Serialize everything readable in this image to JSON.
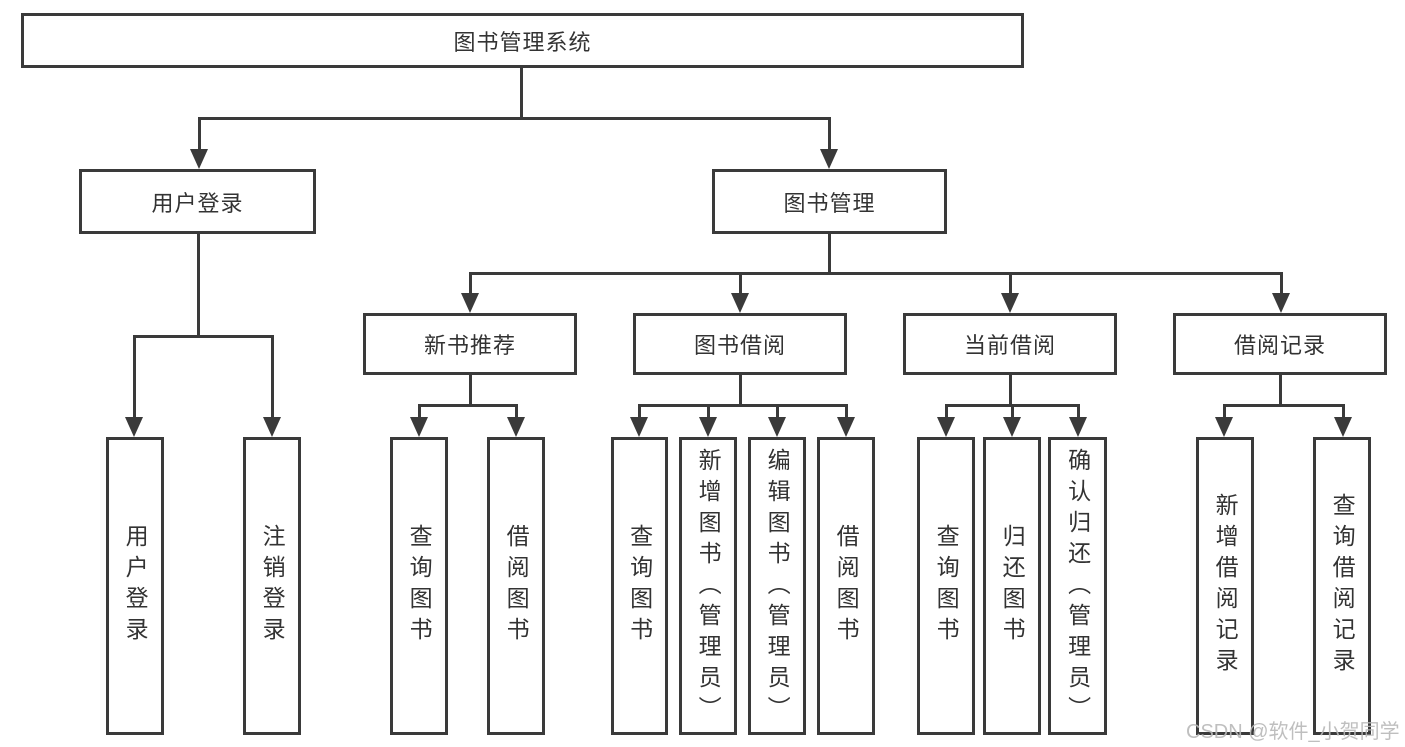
{
  "diagram": {
    "root": {
      "label": "图书管理系统"
    },
    "level2": [
      {
        "label": "用户登录",
        "children": [
          {
            "label": "用户登录"
          },
          {
            "label": "注销登录"
          }
        ]
      },
      {
        "label": "图书管理",
        "children": [
          {
            "label": "新书推荐",
            "children": [
              {
                "label": "查询图书"
              },
              {
                "label": "借阅图书"
              }
            ]
          },
          {
            "label": "图书借阅",
            "children": [
              {
                "label": "查询图书"
              },
              {
                "label": "新增图书（管理员）"
              },
              {
                "label": "编辑图书（管理员）"
              },
              {
                "label": "借阅图书"
              }
            ]
          },
          {
            "label": "当前借阅",
            "children": [
              {
                "label": "查询图书"
              },
              {
                "label": "归还图书"
              },
              {
                "label": "确认归还（管理员）"
              }
            ]
          },
          {
            "label": "借阅记录",
            "children": [
              {
                "label": "新增借阅记录"
              },
              {
                "label": "查询借阅记录"
              }
            ]
          }
        ]
      }
    ],
    "watermark": "CSDN @软件_小贺同学",
    "colors": {
      "line": "#3a3a3a",
      "text": "#333333",
      "watermark": "#b9b9b9",
      "background": "#ffffff"
    }
  }
}
